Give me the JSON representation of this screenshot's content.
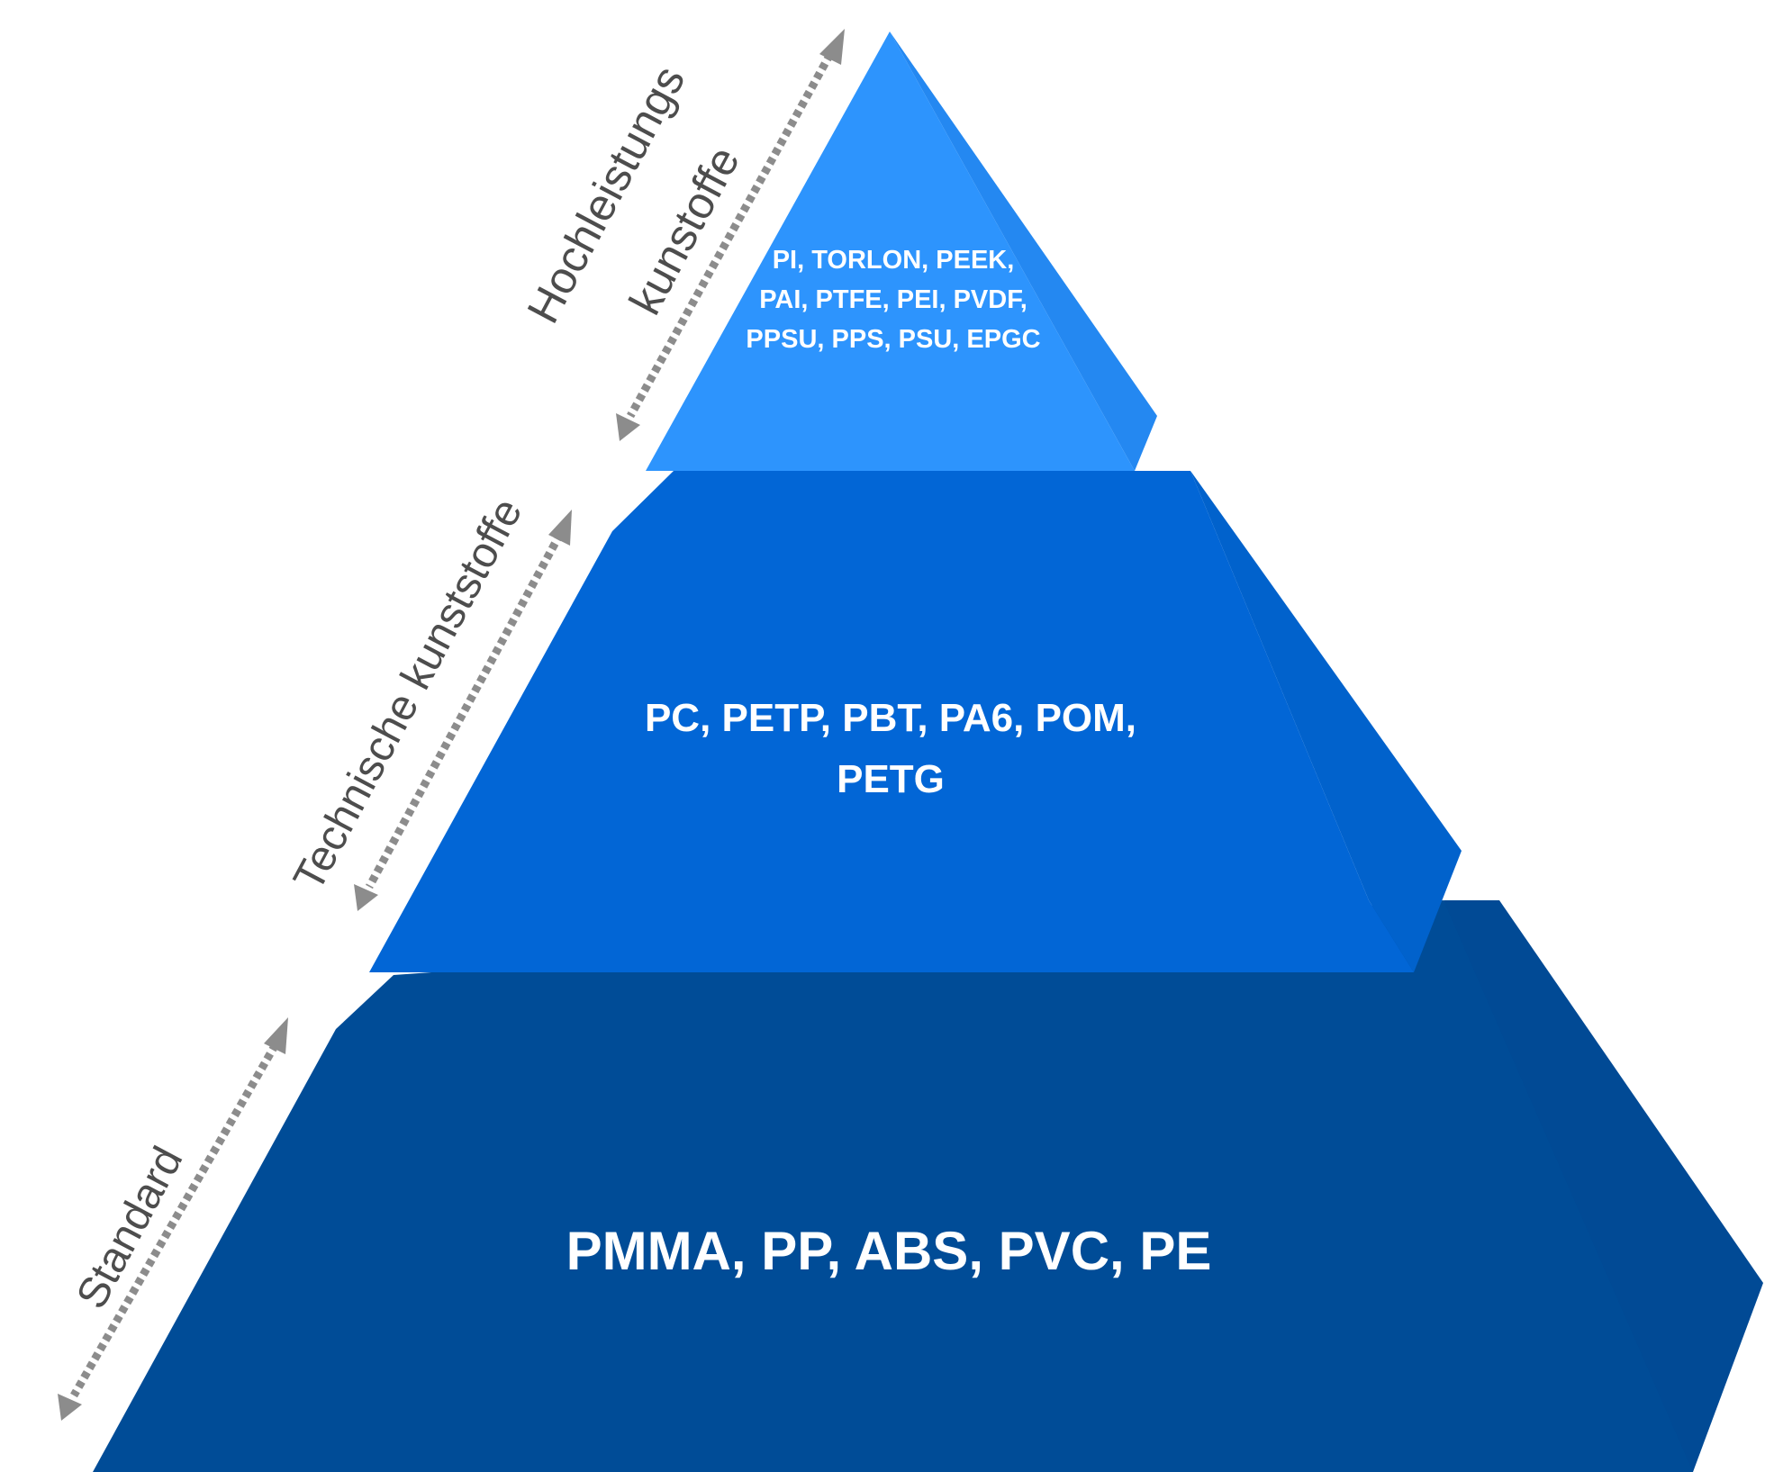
{
  "colors": {
    "top_front": "#2d94fd",
    "top_side": "#2488f1",
    "middle_front": "#0266d6",
    "middle_side": "#0162cc",
    "bottom_front": "#004c97",
    "bottom_side": "#014a95",
    "label_text": "#4d4d4d",
    "arrow": "#8c8c8c"
  },
  "tiers": {
    "top": {
      "lines": [
        "PI, TORLON, PEEK,",
        "PAI, PTFE, PEI, PVDF,",
        "PPSU, PPS, PSU, EPGC"
      ]
    },
    "middle": {
      "lines": [
        "PC, PETP, PBT, PA6, POM,",
        "PETG"
      ]
    },
    "bottom": {
      "lines": [
        "PMMA, PP, ABS, PVC, PE"
      ]
    }
  },
  "side_labels": {
    "high_performance": {
      "line1": "Hochleistungs",
      "line2": "kunstoffe"
    },
    "technical": {
      "line1": "Technische kunststoffe"
    },
    "standard": {
      "line1": "Standard"
    }
  }
}
